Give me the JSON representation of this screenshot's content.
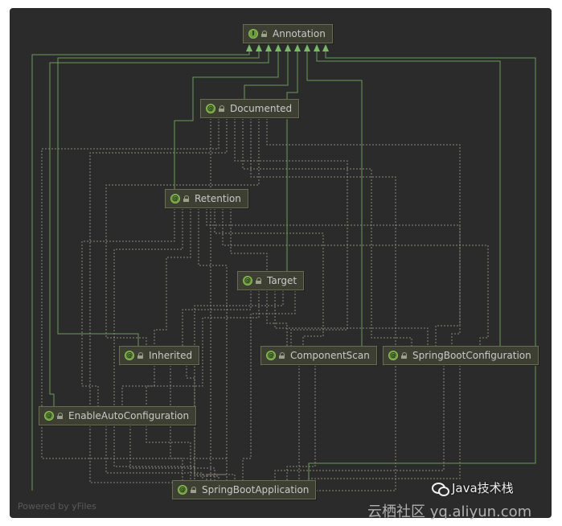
{
  "nodes": {
    "annotation": {
      "label": "Annotation",
      "icon": "interface-icon",
      "glyph": "I"
    },
    "documented": {
      "label": "Documented",
      "icon": "annotation-icon",
      "glyph": "@"
    },
    "retention": {
      "label": "Retention",
      "icon": "annotation-icon",
      "glyph": "@"
    },
    "target": {
      "label": "Target",
      "icon": "annotation-icon",
      "glyph": "@"
    },
    "inherited": {
      "label": "Inherited",
      "icon": "annotation-icon",
      "glyph": "@"
    },
    "component_scan": {
      "label": "ComponentScan",
      "icon": "annotation-icon",
      "glyph": "@"
    },
    "spring_boot_configuration": {
      "label": "SpringBootConfiguration",
      "icon": "annotation-icon",
      "glyph": "@"
    },
    "enable_auto_configuration": {
      "label": "EnableAutoConfiguration",
      "icon": "annotation-icon",
      "glyph": "@"
    },
    "spring_boot_application": {
      "label": "SpringBootApplication",
      "icon": "annotation-icon",
      "glyph": "@"
    }
  },
  "footer": {
    "powered_by": "Powered by yFiles"
  },
  "watermark": {
    "account": "Java技术栈",
    "site": "云栖社区 yq.aliyun.com"
  },
  "colors": {
    "background": "#2b2b2b",
    "node_fill": "#3d3f33",
    "node_border": "#6a6d52",
    "extends_line": "#6b9a5b",
    "annotated_line": "#8a8a7a"
  }
}
